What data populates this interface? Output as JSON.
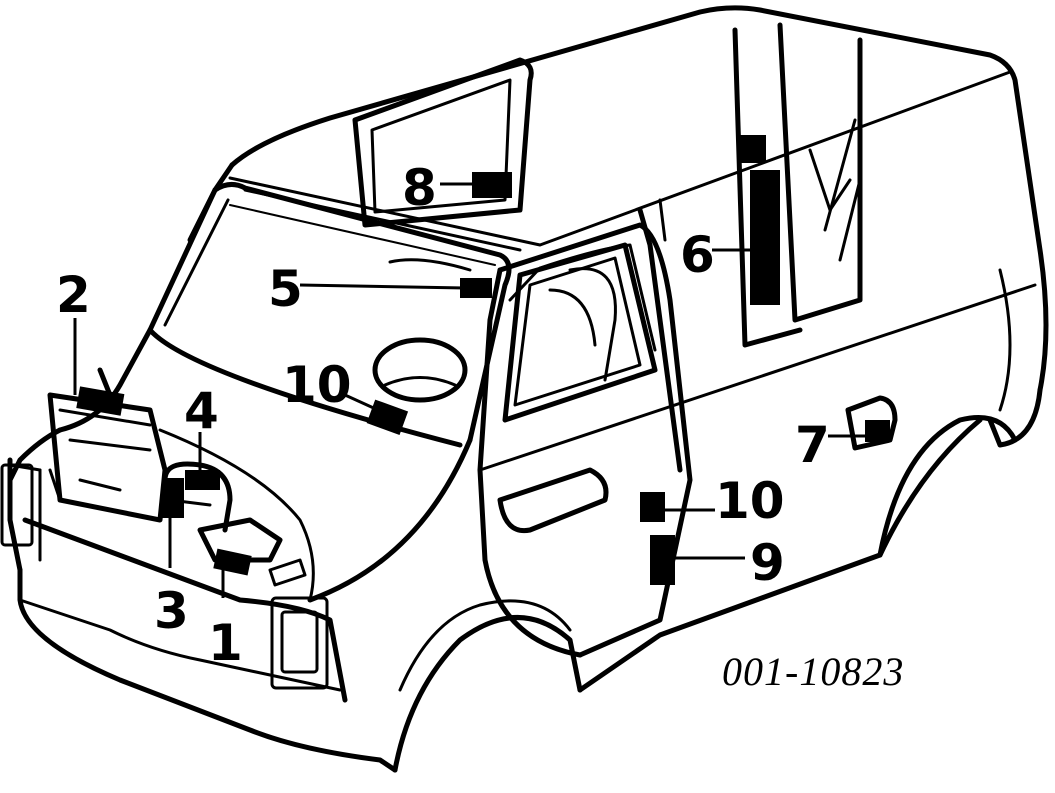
{
  "callouts": [
    {
      "id": "1",
      "label": "1"
    },
    {
      "id": "2",
      "label": "2"
    },
    {
      "id": "3",
      "label": "3"
    },
    {
      "id": "4",
      "label": "4"
    },
    {
      "id": "5",
      "label": "5"
    },
    {
      "id": "6",
      "label": "6"
    },
    {
      "id": "7",
      "label": "7"
    },
    {
      "id": "8",
      "label": "8"
    },
    {
      "id": "10a",
      "label": "10"
    },
    {
      "id": "10b",
      "label": "10"
    },
    {
      "id": "9",
      "label": "9"
    }
  ],
  "figure_code": "001-10823",
  "colors": {
    "ink": "#000000",
    "paper": "#ffffff"
  }
}
